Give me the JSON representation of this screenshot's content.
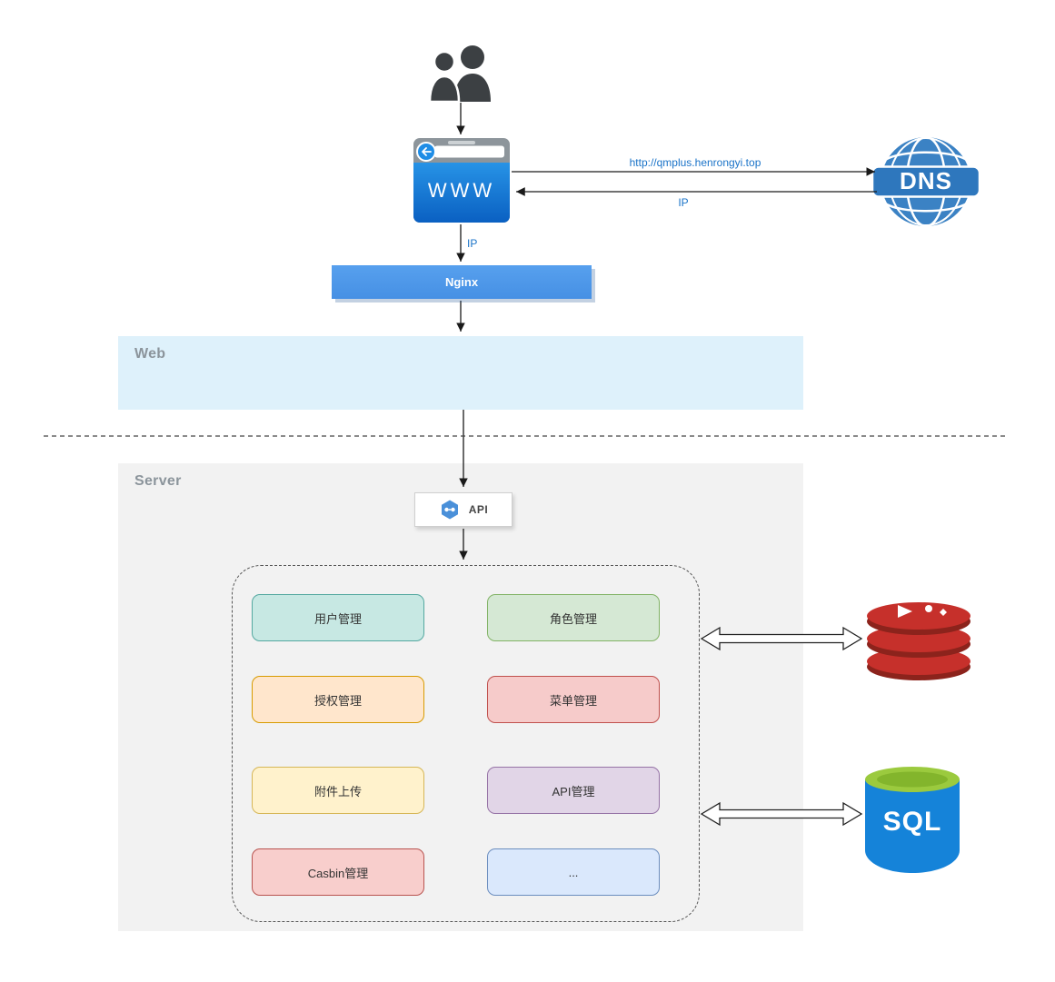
{
  "diagram": {
    "browser": {
      "label": "WWW"
    },
    "dns": {
      "label": "DNS"
    },
    "nginx": {
      "label": "Nginx"
    },
    "web_region": {
      "label": "Web"
    },
    "server_region": {
      "label": "Server"
    },
    "api_box": {
      "label": "API"
    },
    "sql": {
      "label": "SQL"
    },
    "edges": {
      "browser_to_dns": "http://qmplus.henrongyi.top",
      "dns_to_browser": "IP",
      "browser_to_nginx": "IP"
    },
    "modules": {
      "left": [
        {
          "label": "用户管理",
          "fill": "#c7e8e3",
          "border": "#54a8a0"
        },
        {
          "label": "授权管理",
          "fill": "#ffe6cc",
          "border": "#d79b00"
        },
        {
          "label": "附件上传",
          "fill": "#fff2cc",
          "border": "#d6b656"
        },
        {
          "label": "Casbin管理",
          "fill": "#f8cecc",
          "border": "#b85450"
        }
      ],
      "right": [
        {
          "label": "角色管理",
          "fill": "#d5e8d4",
          "border": "#82b366"
        },
        {
          "label": "菜单管理",
          "fill": "#f6cbca",
          "border": "#c0504d"
        },
        {
          "label": "API管理",
          "fill": "#e1d5e7",
          "border": "#9673a6"
        },
        {
          "label": "...",
          "fill": "#dae8fc",
          "border": "#6c8ebf"
        }
      ]
    },
    "colors": {
      "edge_label": "#1a73c8",
      "nginx_fill": "#4d96e8",
      "web_region_fill": "#def1fb",
      "server_region_fill": "#f2f2f2",
      "region_label": "#8b949b",
      "browser_blue": "#0f74ce",
      "dns_blue": "#3b82c4",
      "redis_red": "#c6302b",
      "sql_blue": "#1583d9",
      "sql_green": "#9bca3e"
    },
    "icons": {
      "users": "two-person-silhouette",
      "browser": "www-browser-window",
      "dns": "globe-with-dns-banner",
      "api": "blue-hexagon-api",
      "redis": "stacked-red-discs",
      "sql": "blue-cylinder-database"
    }
  }
}
